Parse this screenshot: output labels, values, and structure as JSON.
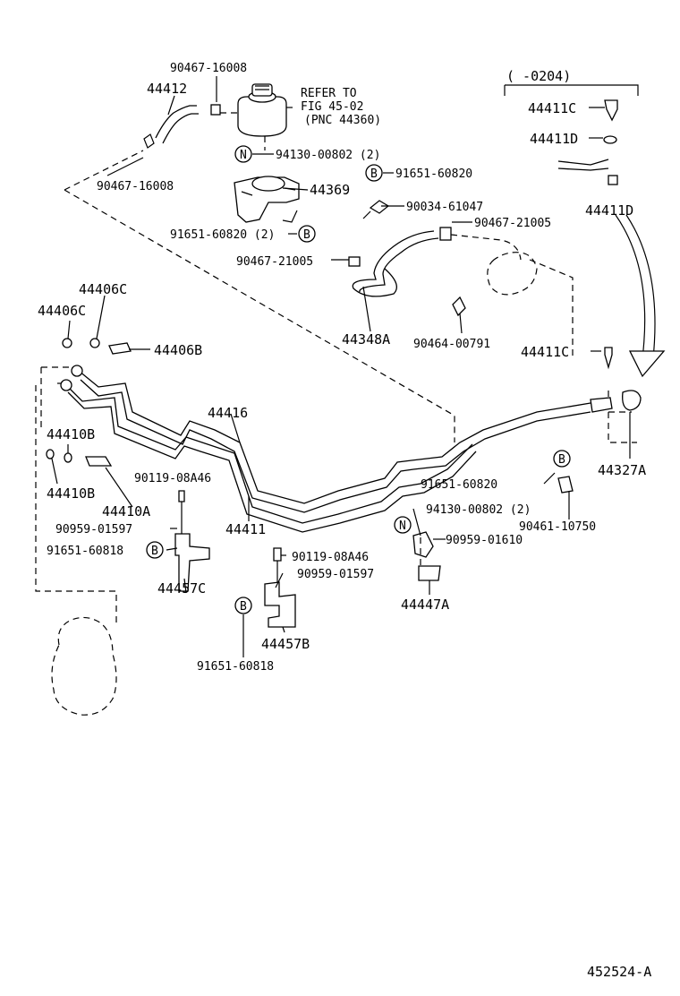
{
  "figure_id": "452524-A",
  "inset_header": "(      -0204)",
  "reference_note": [
    "REFER TO",
    "FIG 45-02",
    "(PNC 44360)"
  ],
  "circle_letters": {
    "N": "N",
    "B": "B"
  },
  "labels": {
    "p90467_16008_top": "90467-16008",
    "p44412": "44412",
    "p90467_16008_left": "90467-16008",
    "p94130_00802_top": "94130-00802 (2)",
    "p91651_60820_top": "91651-60820",
    "p44369": "44369",
    "p90034_61047": "90034-61047",
    "p91651_60820_2": "91651-60820 (2)",
    "p90467_21005_right": "90467-21005",
    "p90467_21005_mid": "90467-21005",
    "p44348A": "44348A",
    "p90464_00791": "90464-00791",
    "p44411C_top": "44411C",
    "p44411D_top": "44411D",
    "p44411D_right": "44411D",
    "p44411C_mid": "44411C",
    "p44327A": "44327A",
    "p44406C_a": "44406C",
    "p44406C_b": "44406C",
    "p44406B": "44406B",
    "p44416": "44416",
    "p44410B_a": "44410B",
    "p44410B_b": "44410B",
    "p44410A": "44410A",
    "p44411": "44411",
    "p90119_08A46_left": "90119-08A46",
    "p90959_01597_left": "90959-01597",
    "p91651_60818_left": "91651-60818",
    "p44457C": "44457C",
    "p90119_08A46_mid": "90119-08A46",
    "p90959_01597_mid": "90959-01597",
    "p91651_60818_bottom": "91651-60818",
    "p44457B": "44457B",
    "p91651_60820_right": "91651-60820",
    "p94130_00802_right": "94130-00802 (2)",
    "p90461_10750": "90461-10750",
    "p90959_01610": "90959-01610",
    "p44447A": "44447A"
  }
}
